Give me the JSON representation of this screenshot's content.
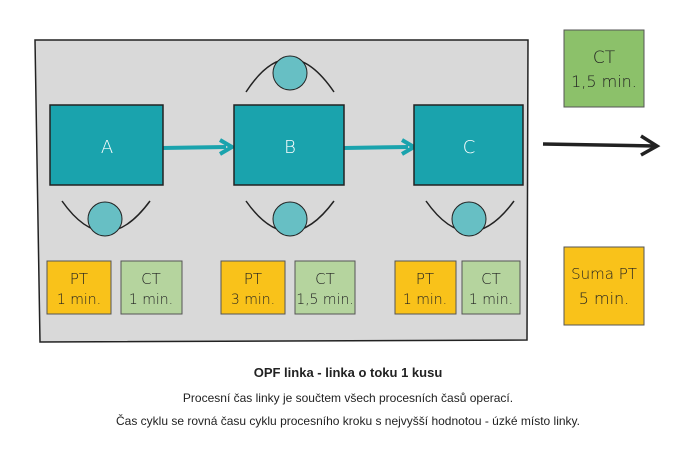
{
  "process_boxes": [
    {
      "label": "A"
    },
    {
      "label": "B"
    },
    {
      "label": "C"
    }
  ],
  "notes": [
    {
      "line1": "PT",
      "line2": "1 min."
    },
    {
      "line1": "CT",
      "line2": "1 min."
    },
    {
      "line1": "PT",
      "line2": "3 min."
    },
    {
      "line1": "CT",
      "line2": "1,5 min."
    },
    {
      "line1": "PT",
      "line2": "1 min."
    },
    {
      "line1": "CT",
      "line2": "1 min."
    }
  ],
  "line_ct": {
    "line1": "CT",
    "line2": "1,5 min."
  },
  "sum_pt": {
    "line1": "Suma PT",
    "line2": "5 min."
  },
  "caption": {
    "title": "OPF linka - linka o toku 1 kusu",
    "line1": "Procesní čas linky je součtem všech procesních časů operací.",
    "line2": "Čas cyklu se rovná času cyklu procesního kroku s nejvyšší hodnotou - úzké místo linky."
  },
  "colors": {
    "panel": "#d9d9d9",
    "process": "#1aa3ad",
    "operator": "#67bfc4",
    "pt_note": "#f9c21a",
    "ct_note": "#b5d49e",
    "ct_big": "#8cc16a"
  }
}
